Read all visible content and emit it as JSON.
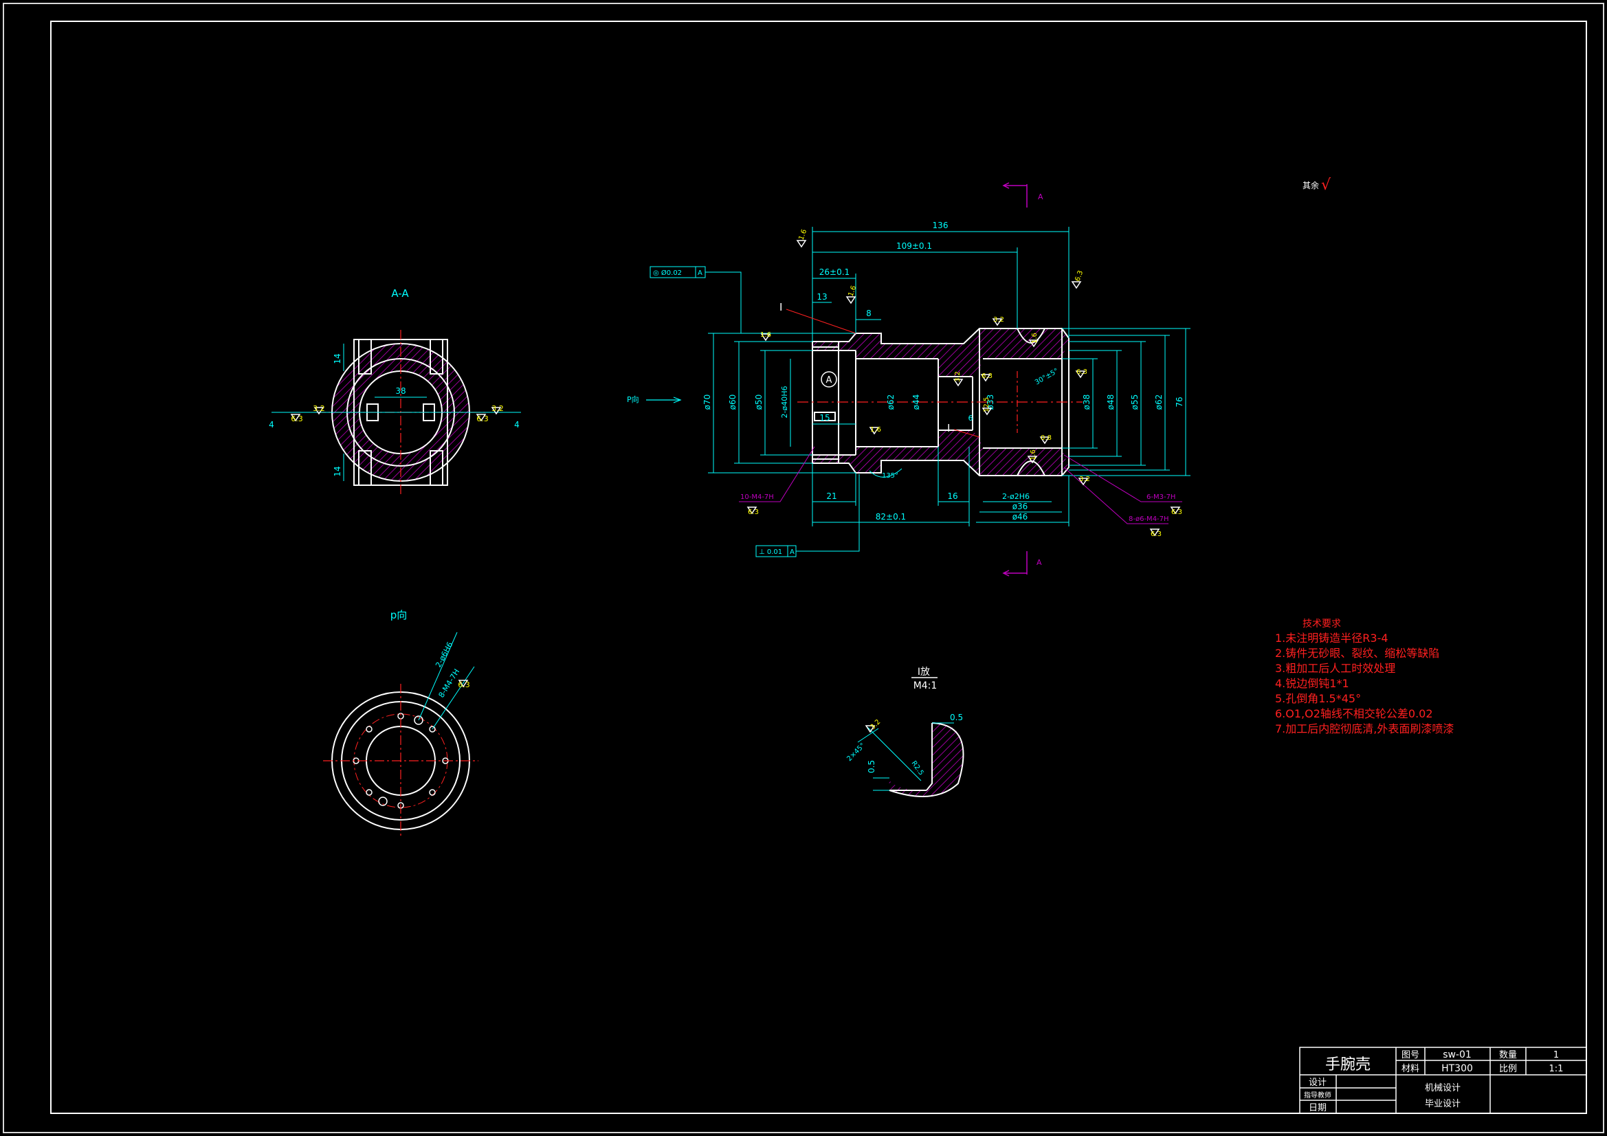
{
  "colors": {
    "background": "#000000",
    "outline": "#ffffff",
    "dimension": "#00ffff",
    "centerline": "#ff2020",
    "hatch": "#c000c0",
    "leader": "#c000c0",
    "note_text": "#ff2020",
    "roughness": "#ffff00",
    "frame": "#ffffff"
  },
  "labels": {
    "section_aa": "A-A",
    "view_p": "p向",
    "view_p_arrow": "P向",
    "detail_i": "I",
    "detail_title": "I放",
    "detail_scale": "M4:1",
    "section_mark": "A",
    "datum_a": "A",
    "roughness_rest": "其余",
    "roughness_rest_mark": "√"
  },
  "dimensions": {
    "d136": "136",
    "d109": "109±0.1",
    "d26": "26±0.1",
    "d13": "13",
    "d8": "8",
    "d15": "15",
    "d21": "21",
    "d82": "82±0.1",
    "d16": "16",
    "d36": "ø36",
    "d46": "ø46",
    "d2h6": "2-ø2H6",
    "d70": "ø70",
    "d60": "ø60",
    "d50": "ø50",
    "d40": "2-ø40H6",
    "d62a": "ø62",
    "d44": "ø44",
    "d33": "ø33",
    "d38": "ø38",
    "d48": "ø48",
    "d55": "ø55",
    "d62b": "ø62",
    "d76": "76",
    "d38aa": "38",
    "d14a": "14",
    "d14b": "14",
    "d4a": "4",
    "d4b": "4",
    "d05a": "0.5",
    "d05b": "0.5",
    "dchamfer": "2×45°",
    "dr": "R2.5",
    "d30": "30°±5°",
    "d135": "135°",
    "d6": "6",
    "thread1": "10-M4-7H",
    "thread2": "6-M3-7H",
    "thread3": "8-ø6-M4-7H",
    "pthread1": "2-ø6H6",
    "pthread2": "8-M4-7H",
    "tol_concentric": "◎ Ø0.02",
    "tol_perp": "⊥ 0.01",
    "tol_datum": "A"
  },
  "roughness": {
    "r16": "1.6",
    "r32": "3.2",
    "r63": "6.3",
    "r08": "0.8",
    "r125": "12.5"
  },
  "notes": {
    "title": "技术要求",
    "items": [
      "1.未注明铸造半径R3-4",
      "2.铸件无砂眼、裂纹、缩松等缺陷",
      "3.粗加工后人工时效处理",
      "4.锐边倒钝1*1",
      "5.孔倒角1.5*45°",
      "6.O1,O2轴线不相交轮公差0.02",
      "7.加工后内腔彻底清,外表面刷漆喷漆"
    ]
  },
  "title_block": {
    "part_name": "手腕壳",
    "drawing_no_label": "图号",
    "drawing_no": "sw-01",
    "qty_label": "数量",
    "qty": "1",
    "material_label": "材料",
    "material": "HT300",
    "scale_label": "比例",
    "scale": "1:1",
    "design_label": "设计",
    "advisor_label": "指导教师",
    "date_label": "日期",
    "subject_1": "机械设计",
    "subject_2": "毕业设计"
  }
}
